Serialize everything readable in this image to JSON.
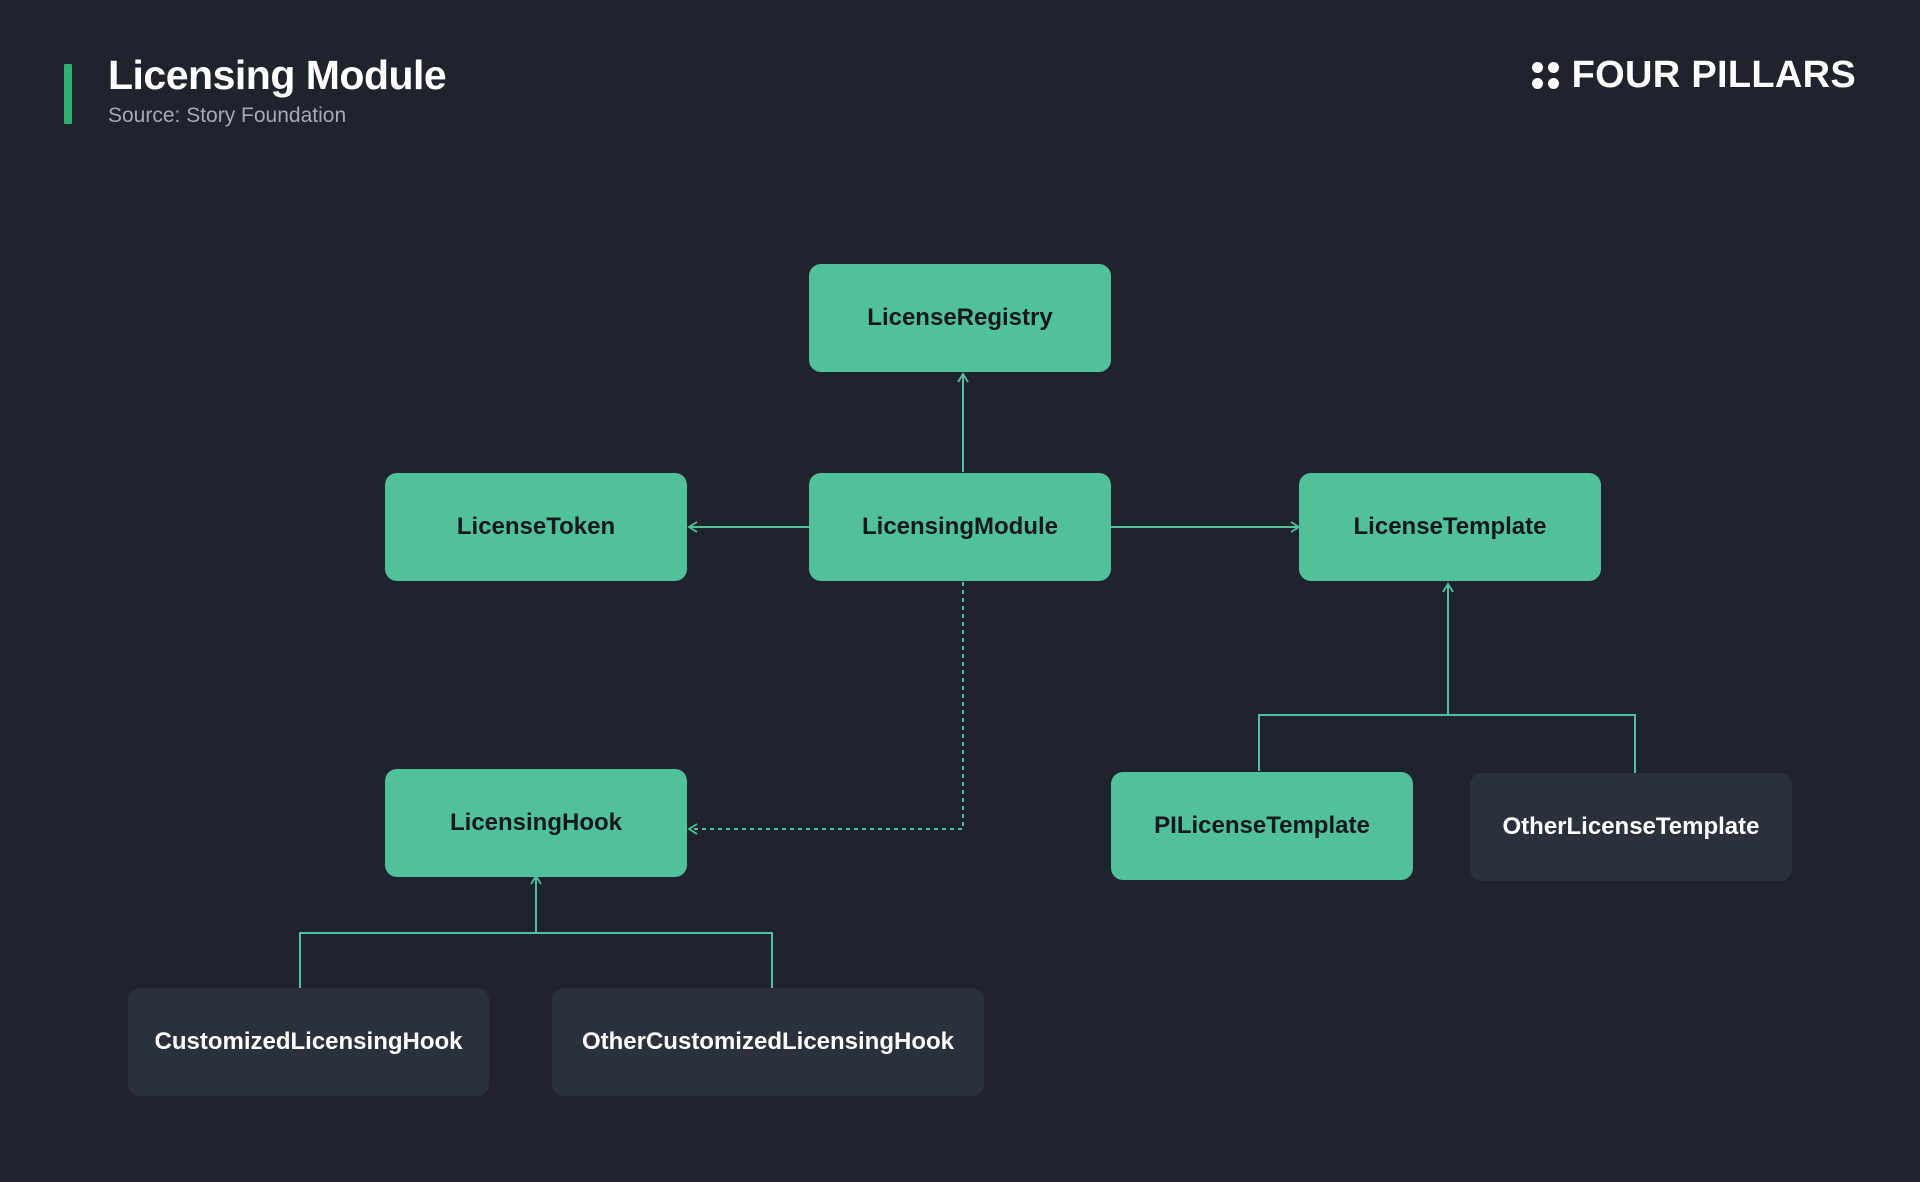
{
  "header": {
    "title": "Licensing Module",
    "subtitle": "Source: Story Foundation",
    "brand": "FOUR PILLARS"
  },
  "colors": {
    "background": "#1f232d",
    "accent": "#2fb06f",
    "primary_node": "#51c19b",
    "secondary_node": "#2a313d",
    "connector": "#51c19b"
  },
  "nodes": {
    "license_registry": "LicenseRegistry",
    "license_token": "LicenseToken",
    "licensing_module": "LicensingModule",
    "license_template": "LicenseTemplate",
    "licensing_hook": "LicensingHook",
    "pil_license_template": "PILicenseTemplate",
    "other_license_template": "OtherLicenseTemplate",
    "customized_licensing_hook": "CustomizedLicensingHook",
    "other_customized_licensing_hook": "OtherCustomizedLicensingHook"
  },
  "edges": [
    {
      "from": "licensing_module",
      "to": "license_registry",
      "style": "solid"
    },
    {
      "from": "licensing_module",
      "to": "license_token",
      "style": "solid"
    },
    {
      "from": "licensing_module",
      "to": "license_template",
      "style": "solid"
    },
    {
      "from": "licensing_module",
      "to": "licensing_hook",
      "style": "dashed"
    },
    {
      "from": "pil_license_template",
      "to": "license_template",
      "style": "solid"
    },
    {
      "from": "other_license_template",
      "to": "license_template",
      "style": "solid"
    },
    {
      "from": "customized_licensing_hook",
      "to": "licensing_hook",
      "style": "solid"
    },
    {
      "from": "other_customized_licensing_hook",
      "to": "licensing_hook",
      "style": "solid"
    }
  ]
}
